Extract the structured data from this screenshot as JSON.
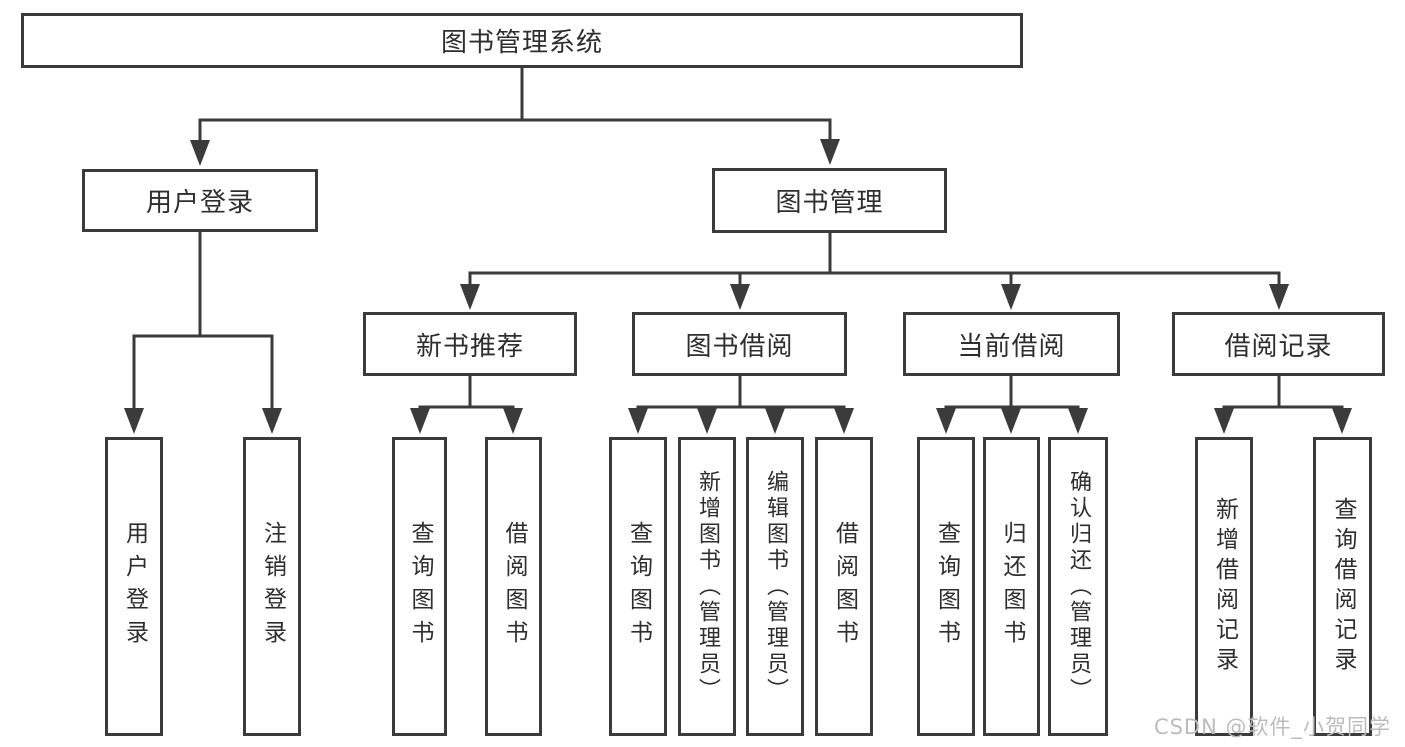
{
  "diagram": {
    "tree": {
      "label": "图书管理系统",
      "children": [
        {
          "label": "用户登录",
          "children": [
            {
              "label": "用户登录"
            },
            {
              "label": "注销登录"
            }
          ]
        },
        {
          "label": "图书管理",
          "children": [
            {
              "label": "新书推荐",
              "children": [
                {
                  "label": "查询图书"
                },
                {
                  "label": "借阅图书"
                }
              ]
            },
            {
              "label": "图书借阅",
              "children": [
                {
                  "label": "查询图书"
                },
                {
                  "label": "新增图书（管理员）"
                },
                {
                  "label": "编辑图书（管理员）"
                },
                {
                  "label": "借阅图书"
                }
              ]
            },
            {
              "label": "当前借阅",
              "children": [
                {
                  "label": "查询图书"
                },
                {
                  "label": "归还图书"
                },
                {
                  "label": "确认归还（管理员）"
                }
              ]
            },
            {
              "label": "借阅记录",
              "children": [
                {
                  "label": "新增借阅记录"
                },
                {
                  "label": "查询借阅记录"
                }
              ]
            }
          ]
        }
      ]
    },
    "colors": {
      "line": "#3b3b3b",
      "box_border": "#3b3b3b",
      "text": "#2e2e2e",
      "watermark": "#bcbcbc",
      "background": "#ffffff"
    }
  },
  "watermark": {
    "text": "CSDN @软件_小贺同学"
  }
}
